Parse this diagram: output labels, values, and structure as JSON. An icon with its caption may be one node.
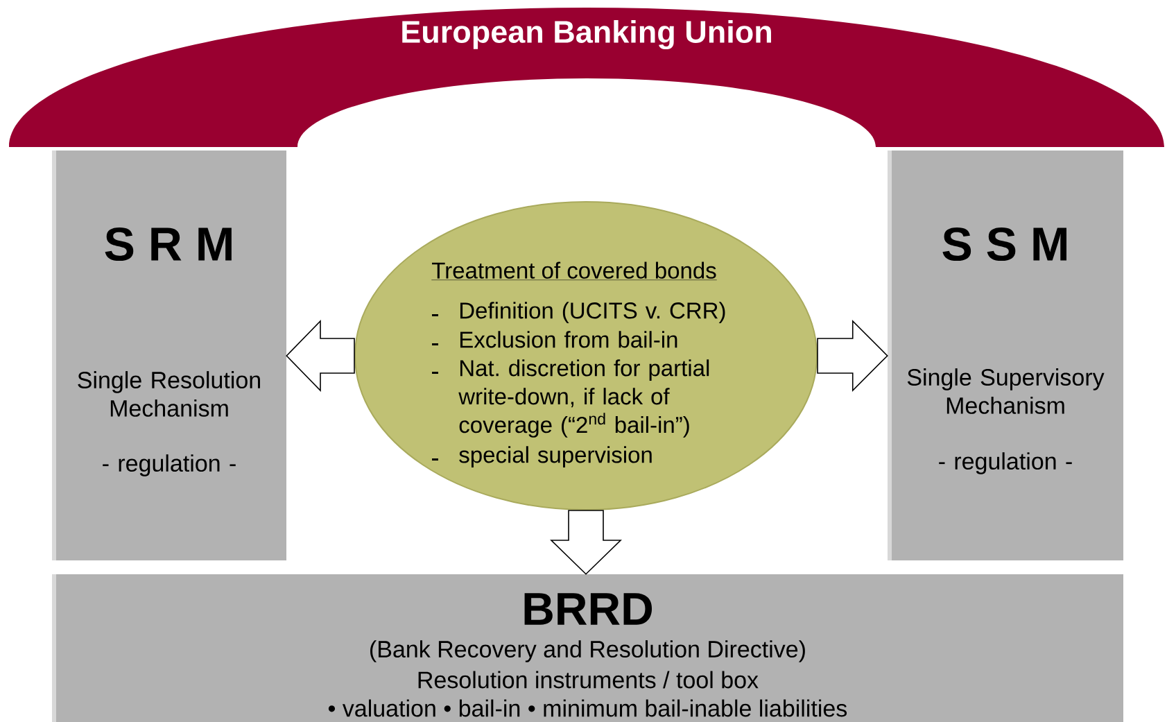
{
  "diagram": {
    "nodes": [
      {
        "text": [
          "European Banking Union"
        ]
      },
      {
        "text": [
          "S R M",
          "Single Resolution Mechanism",
          "- regulation -"
        ]
      },
      {
        "text": [
          "S S M",
          "Single Supervisory Mechanism",
          "- regulation -"
        ]
      },
      {
        "text": [
          "Treatment of covered bonds",
          "Definition (UCITS v. CRR)",
          "Exclusion from bail-in",
          "Nat. discretion for partial write-down, if lack of coverage (“2$^{nd}$ bail-in”)",
          "special supervision"
        ]
      },
      {
        "text": [
          "BRRD",
          "(Bank Recovery and Resolution Directive)",
          "Resolution instruments / tool box",
          "• valuation • bail-in • minimum bail-inable liabilities"
        ]
      }
    ],
    "edges": [
      {
        "from": 3,
        "to": 1,
        "arrow": "to"
      },
      {
        "from": 3,
        "to": 2,
        "arrow": "to"
      },
      {
        "from": 3,
        "to": 4,
        "arrow": "to"
      }
    ]
  }
}
